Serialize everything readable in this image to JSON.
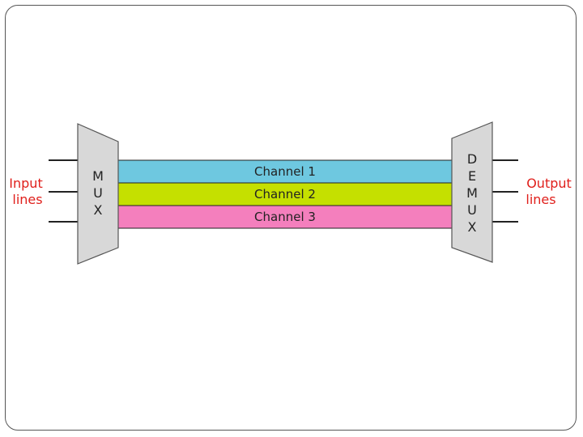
{
  "diagram": {
    "input_label_line1": "Input",
    "input_label_line2": "lines",
    "output_label_line1": "Output",
    "output_label_line2": "lines",
    "mux_letters": [
      "M",
      "U",
      "X"
    ],
    "demux_letters": [
      "D",
      "E",
      "M",
      "U",
      "X"
    ],
    "channels": [
      {
        "label": "Channel 1",
        "color": "#6ec8e0"
      },
      {
        "label": "Channel 2",
        "color": "#c5e000"
      },
      {
        "label": "Channel 3",
        "color": "#f47fbd"
      }
    ],
    "label_color": "#e0201c",
    "device_fill": "#d8d8d8"
  }
}
